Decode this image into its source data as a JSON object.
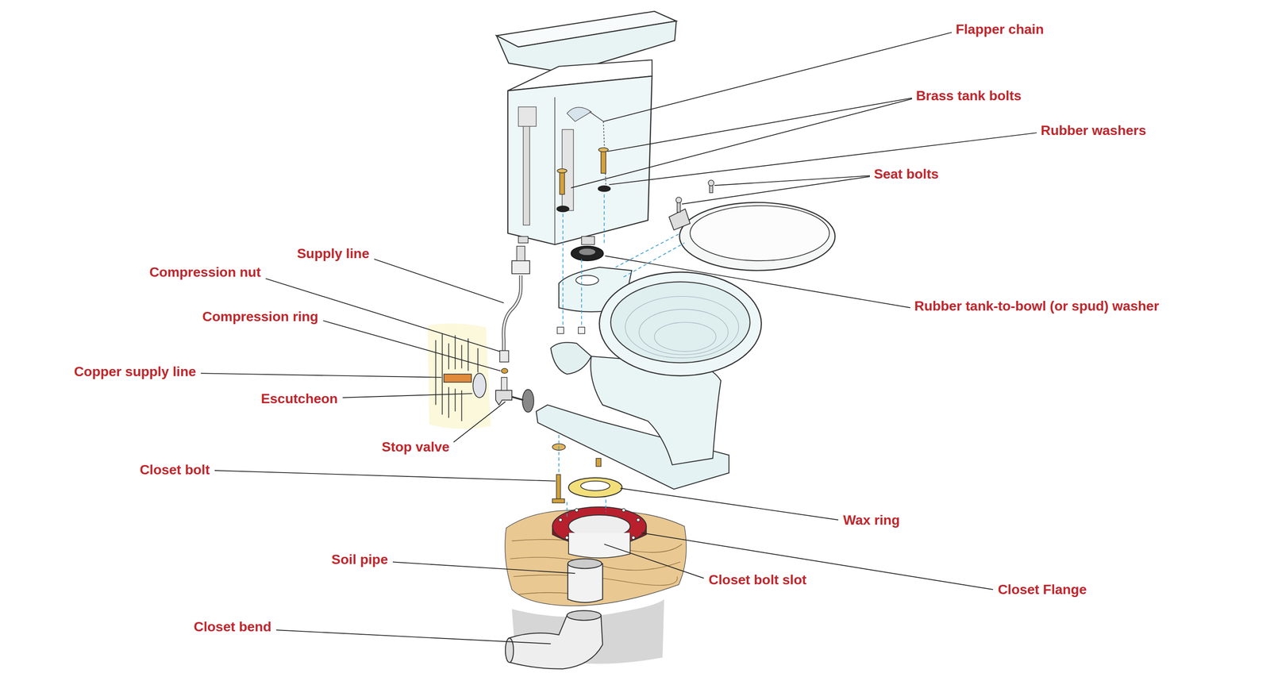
{
  "diagram": {
    "labels": [
      "Flapper chain",
      "Brass tank bolts",
      "Rubber washers",
      "Seat bolts",
      "Supply line",
      "Compression nut",
      "Rubber tank-to-bowl (or spud) washer",
      "Compression ring",
      "Copper supply line",
      "Escutcheon",
      "Stop valve",
      "Closet bolt",
      "Wax ring",
      "Soil pipe",
      "Closet bolt slot",
      "Closet Flange",
      "Closet bend"
    ]
  }
}
